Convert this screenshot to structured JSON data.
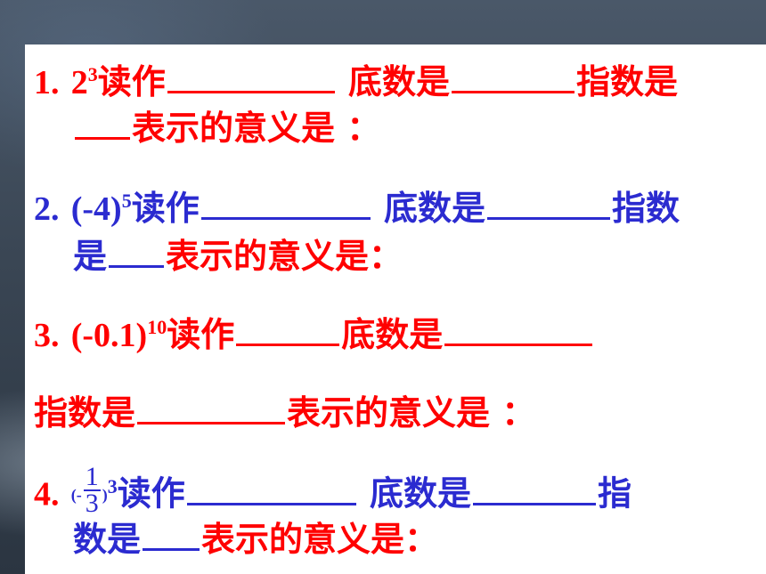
{
  "q1": {
    "number": "1.",
    "base": "2",
    "exponent": "3",
    "read_as": "读作",
    "base_is": "底数是",
    "exp_is": "指数是",
    "meaning": "表示的意义是",
    "colon": "："
  },
  "q2": {
    "number": "2.",
    "expr": "(-4)",
    "exponent": "5",
    "read_as": "读作",
    "base_is": "底数是",
    "exp_is_part1": "指数",
    "exp_is_part2": "是",
    "meaning": "表示的意义是",
    "colon": "："
  },
  "q3": {
    "number": "3.",
    "expr": "(-0.1)",
    "exponent": "10",
    "read_as": "读作",
    "base_is": "底数是",
    "exp_is": "指数是",
    "meaning": "表示的意义是",
    "colon": "："
  },
  "q4": {
    "number": "4.",
    "open_paren": "(-",
    "frac_num": "1",
    "frac_den": "3",
    "close_paren": ")",
    "exponent": "3",
    "read_as": "读作",
    "base_is": "底数是",
    "exp_is_part1": "指",
    "exp_is_part2": "数是",
    "meaning": "表示的意义是",
    "colon": "："
  },
  "colors": {
    "red": "#ff0000",
    "blue": "#2b2bd0"
  }
}
